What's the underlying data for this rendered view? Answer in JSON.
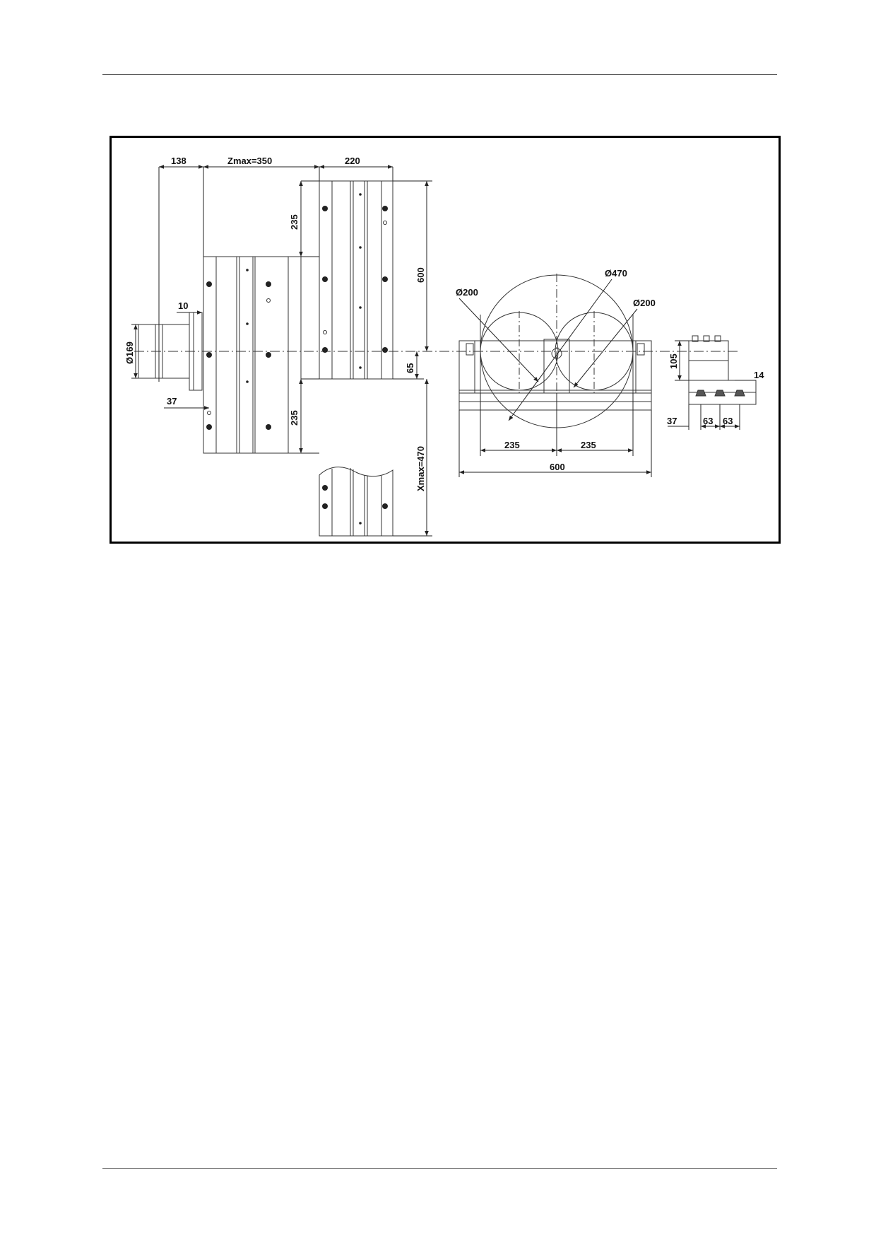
{
  "drawing": {
    "dims": {
      "d138": "138",
      "zmax": "Zmax=350",
      "d220": "220",
      "d235_top": "235",
      "d600_vert": "600",
      "d10": "10",
      "d169": "Ø169",
      "d37_left": "37",
      "d65": "65",
      "d235_bot": "235",
      "xmax": "Xmax=470",
      "d200_left": "Ø200",
      "d470": "Ø470",
      "d200_right": "Ø200",
      "d235_a": "235",
      "d235_b": "235",
      "d600_horiz": "600",
      "d105": "105",
      "d14": "14",
      "d37_right": "37",
      "d63_a": "63",
      "d63_b": "63"
    }
  }
}
